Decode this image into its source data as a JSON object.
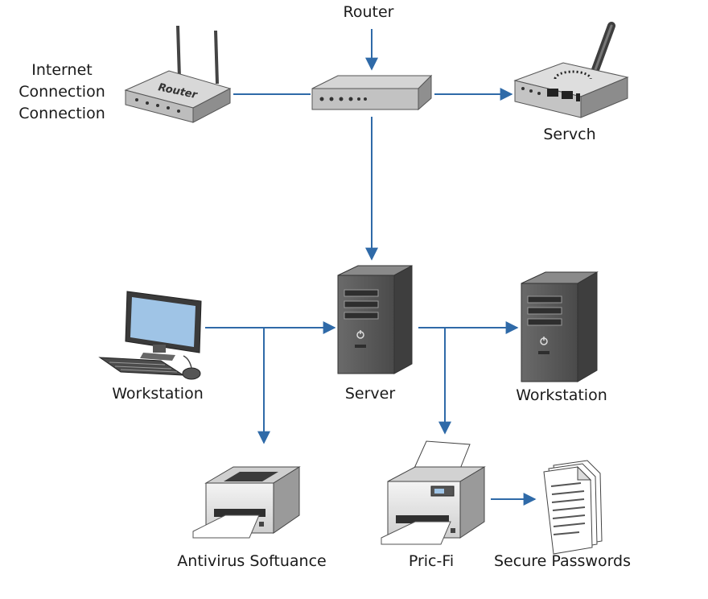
{
  "colors": {
    "arrow": "#2f6aa8",
    "device": "#4a4a4a",
    "device_light": "#e6e6e6",
    "screen": "#9fc4e6"
  },
  "nodes": {
    "internet": {
      "lines": [
        "Internet",
        "Connection",
        "Connection"
      ],
      "icon": "wireless-router-icon",
      "icon_text": "Router"
    },
    "router": {
      "label": "Router",
      "icon": "network-switch-icon"
    },
    "switch": {
      "label": "Servch",
      "icon": "wireless-access-point-icon"
    },
    "workstation_left": {
      "label": "Workstation",
      "icon": "desktop-computer-icon"
    },
    "server": {
      "label": "Server",
      "icon": "tower-server-icon"
    },
    "workstation_right": {
      "label": "Workstation",
      "icon": "tower-server-icon"
    },
    "printer_left": {
      "label": "Antivirus Softuance",
      "icon": "printer-icon"
    },
    "printer_right": {
      "label": "Pric-Fi",
      "icon": "printer-icon"
    },
    "document": {
      "label": "Secure Passwords",
      "icon": "document-stack-icon"
    }
  }
}
